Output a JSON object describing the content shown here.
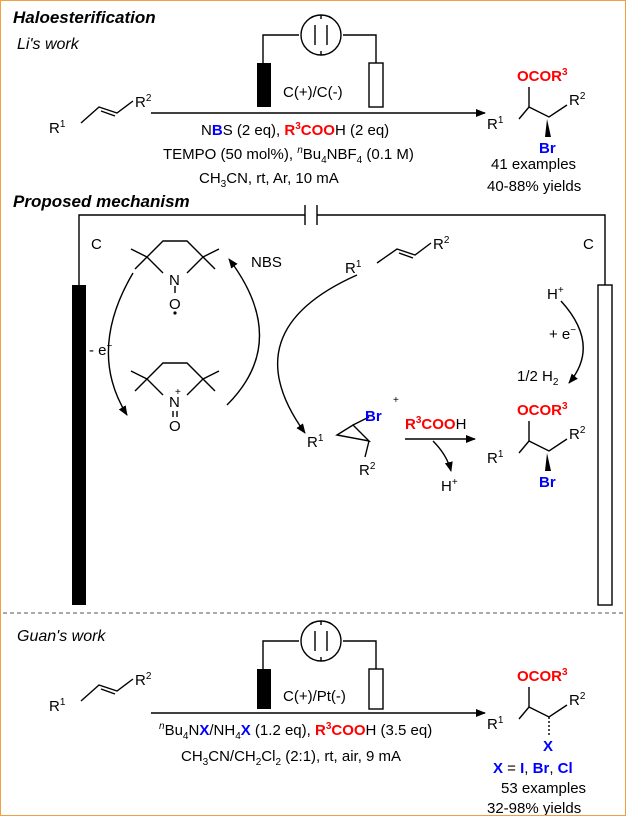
{
  "section1": {
    "title": "Haloesterification",
    "subtitle": "Li's work",
    "electrodes": "C(+)/C(-)",
    "reagent_line1": {
      "a": "N",
      "b": "B",
      "c": "S (2 eq), ",
      "d": "R",
      "e": "3",
      "f": "COO",
      "g": "H (2 eq)"
    },
    "reagent_line2": {
      "a": "TEMPO (50 mol%), ",
      "b": "n",
      "c": "Bu",
      "d": "4",
      "e": "NBF",
      "f": "4",
      "g": " (0.1 M)"
    },
    "reagent_line3": {
      "a": "CH",
      "b": "3",
      "c": "CN, rt, Ar, 10 mA"
    },
    "examples": "41 examples",
    "yields": "40-88% yields"
  },
  "section2": {
    "title": "Proposed mechanism",
    "left_electrode": "C",
    "right_electrode": "C",
    "nbs": "NBS",
    "minus_e": "- e",
    "minus_sup": "−",
    "h_plus": "H",
    "plus_sup": "+",
    "plus_e": "+ e",
    "half_h2": {
      "a": "1/2 H",
      "b": "2"
    },
    "r3cooh": {
      "a": "R",
      "b": "3",
      "c": "COO",
      "d": "H"
    },
    "h_plus_bottom": "H",
    "br": "Br",
    "n": "N",
    "o": "O"
  },
  "section3": {
    "subtitle": "Guan's work",
    "electrodes": "C(+)/Pt(-)",
    "reagent_line1": {
      "a": "n",
      "b": "Bu",
      "c": "4",
      "d": "N",
      "e": "X",
      "f": "/NH",
      "g": "4",
      "h": "X",
      "i": " (1.2 eq), ",
      "j": "R",
      "k": "3",
      "l": "COO",
      "m": "H (3.5 eq)"
    },
    "reagent_line2": {
      "a": "CH",
      "b": "3",
      "c": "CN/CH",
      "d": "2",
      "e": "Cl",
      "f": "2",
      "g": " (2:1), rt, air, 9 mA"
    },
    "x_label": {
      "a": "X",
      "b": " = ",
      "c": "I",
      "d": ", ",
      "e": "Br",
      "f": ", ",
      "g": "Cl"
    },
    "examples": "53 examples",
    "yields": "32-98% yields"
  },
  "chem": {
    "r": "R",
    "one": "1",
    "two": "2",
    "three": "3",
    "ocor": "OCOR",
    "br": "Br",
    "x": "X"
  }
}
